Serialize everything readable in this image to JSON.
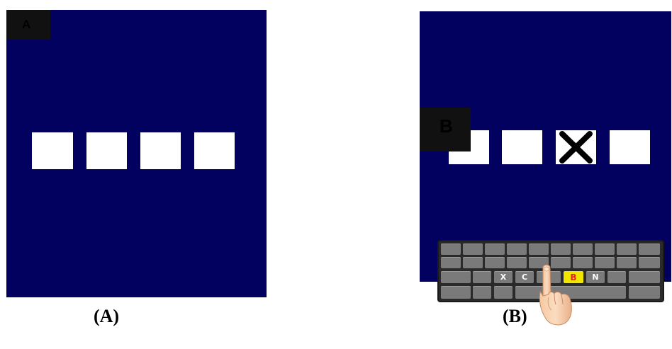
{
  "panels": [
    {
      "id": "A",
      "corner_label": "A",
      "caption": "(A)",
      "background": "#02015f",
      "cells": [
        {
          "state": "empty"
        },
        {
          "state": "empty"
        },
        {
          "state": "empty"
        },
        {
          "state": "empty"
        }
      ]
    },
    {
      "id": "B",
      "corner_label": "B",
      "caption": "(B)",
      "background": "#02015f",
      "cells": [
        {
          "state": "empty"
        },
        {
          "state": "empty"
        },
        {
          "state": "cross"
        },
        {
          "state": "empty"
        }
      ]
    }
  ],
  "keyboard": {
    "labeled_keys": [
      "X",
      "C",
      "B",
      "N"
    ],
    "highlighted_key": "B",
    "highlight_color": "#f2e600",
    "highlight_text_color": "#e8202a",
    "pointer_icon": "pointing-finger-icon"
  }
}
